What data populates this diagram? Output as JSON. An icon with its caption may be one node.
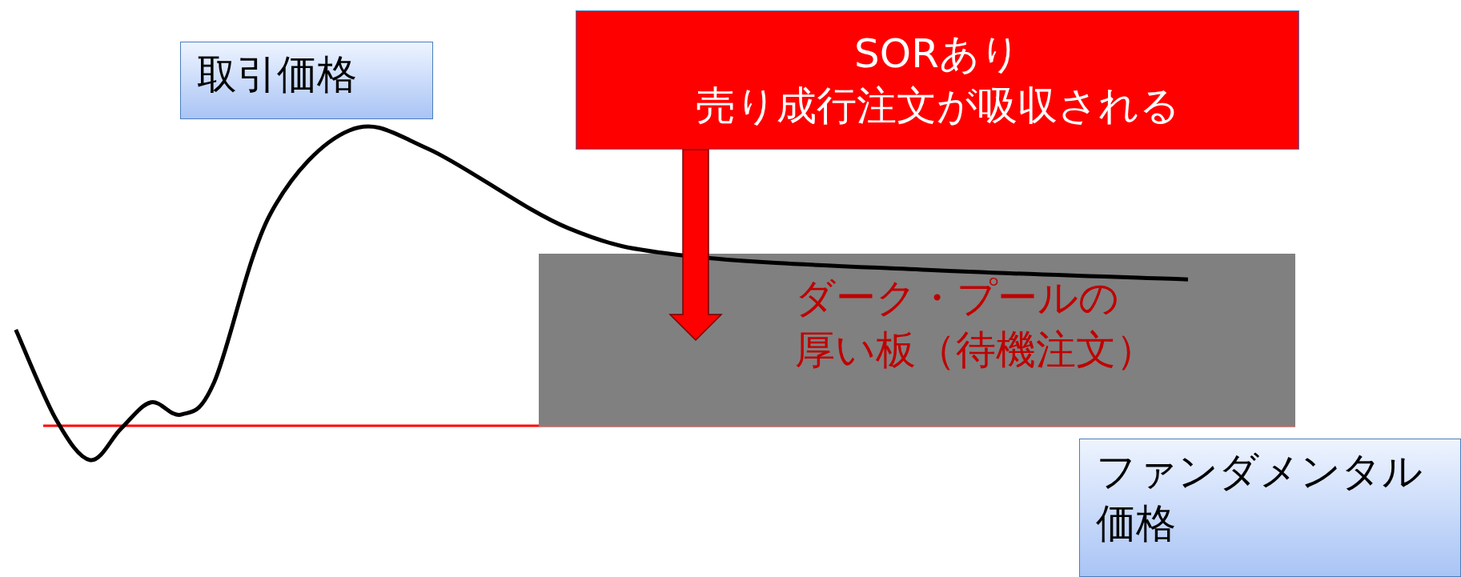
{
  "diagram": {
    "nodes": [
      {
        "text": [
          "取引価格"
        ]
      },
      {
        "text": [
          "SORあり",
          "売り成行注文が吸収される"
        ]
      },
      {
        "text": [
          "ダーク・プールの",
          "厚い板（待機注文）"
        ]
      },
      {
        "text": [
          "ファンダメンタル価格"
        ]
      }
    ],
    "edges": [
      {
        "from": 1,
        "to": 2,
        "arrow": "to",
        "color": "#ff0000"
      }
    ]
  }
}
